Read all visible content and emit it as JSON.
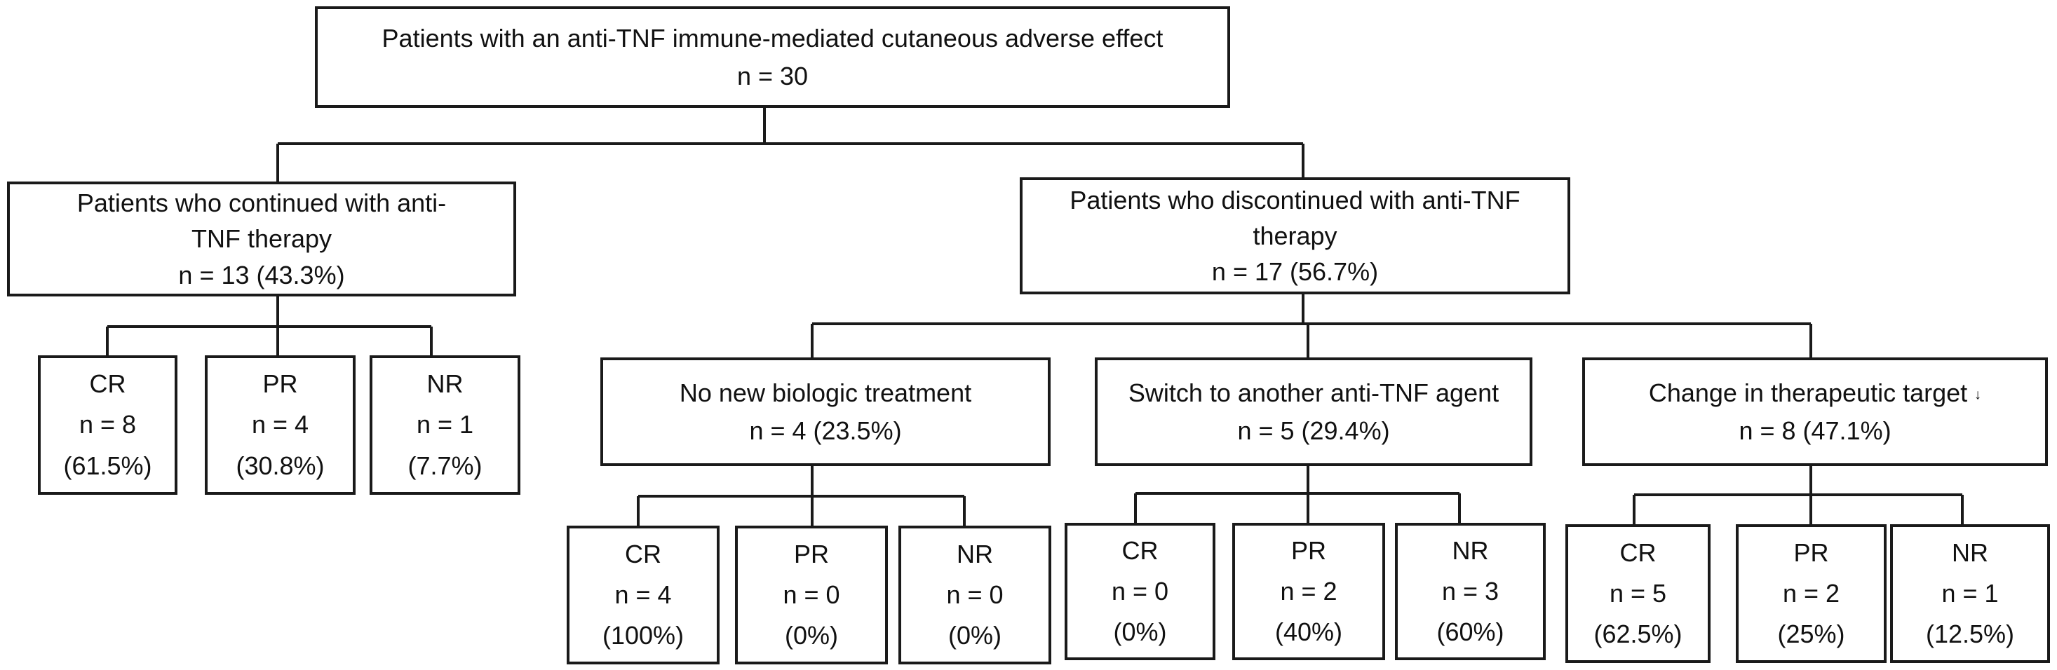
{
  "root": {
    "title": "Patients with an anti-TNF immune-mediated cutaneous adverse effect",
    "n": "n = 30"
  },
  "continued": {
    "title": "Patients who continued with anti-TNF therapy",
    "n": "n = 13 (43.3%)",
    "outcomes": [
      {
        "label": "CR",
        "n": "n = 8",
        "pct": "(61.5%)"
      },
      {
        "label": "PR",
        "n": "n = 4",
        "pct": "(30.8%)"
      },
      {
        "label": "NR",
        "n": "n = 1",
        "pct": "(7.7%)"
      }
    ]
  },
  "discontinued": {
    "title": "Patients who discontinued with anti-TNF therapy",
    "n": "n = 17 (56.7%)",
    "groups": [
      {
        "title": "No new biologic treatment",
        "n": "n = 4 (23.5%)",
        "outcomes": [
          {
            "label": "CR",
            "n": "n = 4",
            "pct": "(100%)"
          },
          {
            "label": "PR",
            "n": "n = 0",
            "pct": "(0%)"
          },
          {
            "label": "NR",
            "n": "n = 0",
            "pct": "(0%)"
          }
        ]
      },
      {
        "title": "Switch to another anti-TNF agent",
        "n": "n = 5 (29.4%)",
        "outcomes": [
          {
            "label": "CR",
            "n": "n = 0",
            "pct": "(0%)"
          },
          {
            "label": "PR",
            "n": "n = 2",
            "pct": "(40%)"
          },
          {
            "label": "NR",
            "n": "n = 3",
            "pct": "(60%)"
          }
        ]
      },
      {
        "title": "Change in therapeutic target",
        "title_mark": "↓",
        "n": "n = 8 (47.1%)",
        "outcomes": [
          {
            "label": "CR",
            "n": "n = 5",
            "pct": "(62.5%)"
          },
          {
            "label": "PR",
            "n": "n = 2",
            "pct": "(25%)"
          },
          {
            "label": "NR",
            "n": "n = 1",
            "pct": "(12.5%)"
          }
        ]
      }
    ]
  }
}
